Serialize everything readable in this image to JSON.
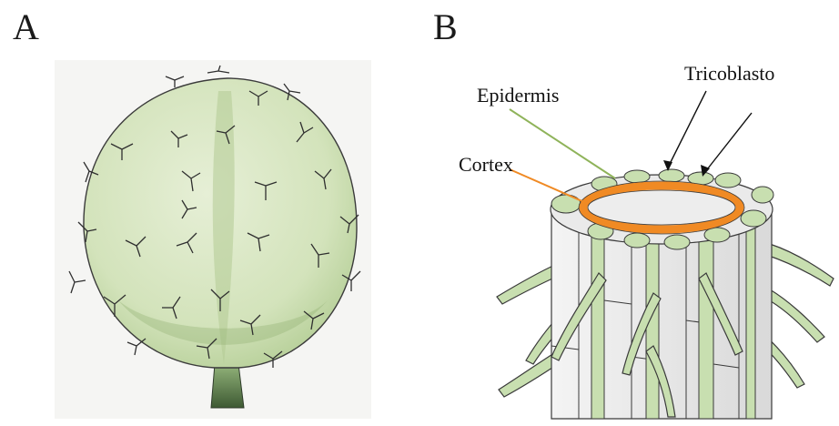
{
  "panels": {
    "a": {
      "letter": "A"
    },
    "b": {
      "letter": "B"
    }
  },
  "labels": {
    "epidermis": "Epidermis",
    "tricoblasto": "Tricoblasto",
    "cortex": "Cortex"
  },
  "colors": {
    "leaf_fill": "#d6e6bf",
    "leaf_shade": "#9fbf86",
    "root_green": "#c8dfb0",
    "root_gray": "#e8e8e8",
    "cortex_orange": "#f08a24",
    "epidermis_line": "#8fb35a",
    "cortex_line": "#f08a24"
  }
}
